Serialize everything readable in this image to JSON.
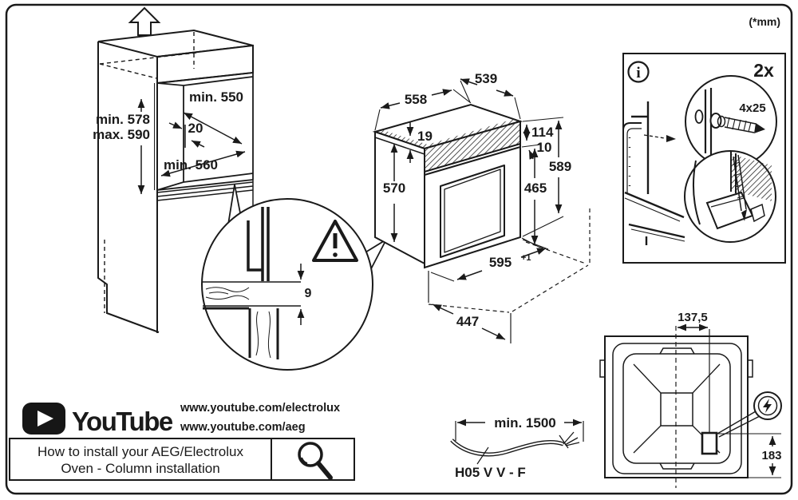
{
  "page": {
    "units_note": "(*mm)"
  },
  "cabinet": {
    "niche_depth": "min. 550",
    "rear_gap": "20",
    "niche_height_min": "min. 578",
    "niche_height_max": "max. 590",
    "niche_width": "min. 560"
  },
  "gap_detail": {
    "gap": "9"
  },
  "oven": {
    "top_depth": "539",
    "width": "558",
    "top_edge": "19",
    "panel_height": "114",
    "panel_gap": "10",
    "front_height": "589",
    "body_height": "570",
    "door_height": "465",
    "front_width": "595",
    "front_width_tol": "+1",
    "door_depth": "447"
  },
  "screw_detail": {
    "quantity": "2x",
    "screw_size": "4x25",
    "info_symbol": "i"
  },
  "rear_view": {
    "conduit_offset_x": "137,5",
    "conduit_offset_y": "183"
  },
  "power_cable": {
    "min_length": "min. 1500",
    "cable_type": "H05 V V - F"
  },
  "video_help": {
    "brand": "YouTube",
    "url_1": "www.youtube.com/electrolux",
    "url_2": "www.youtube.com/aeg",
    "caption_line_1": "How to install your AEG/Electrolux",
    "caption_line_2": "Oven - Column installation"
  }
}
